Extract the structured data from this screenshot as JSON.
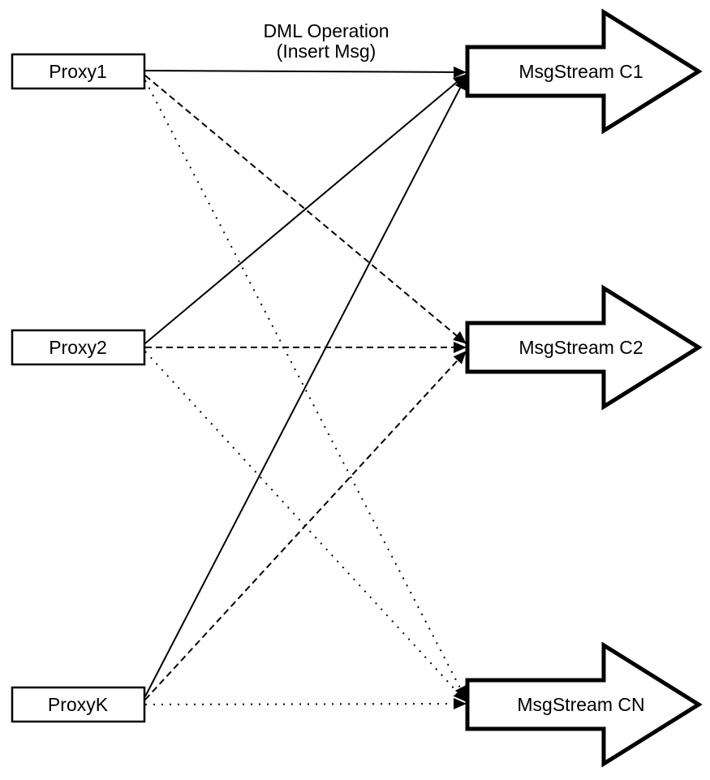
{
  "diagram": {
    "title": {
      "line1": "DML Operation",
      "line2": "(Insert Msg)"
    },
    "proxies": [
      {
        "label": "Proxy1"
      },
      {
        "label": "Proxy2"
      },
      {
        "label": "ProxyK"
      }
    ],
    "streams": [
      {
        "label": "MsgStream C1"
      },
      {
        "label": "MsgStream C2"
      },
      {
        "label": "MsgStream CN"
      }
    ],
    "edges": [
      {
        "from": "Proxy1",
        "to": "MsgStream C1",
        "line_style": "solid"
      },
      {
        "from": "Proxy1",
        "to": "MsgStream C2",
        "line_style": "dashed"
      },
      {
        "from": "Proxy1",
        "to": "MsgStream CN",
        "line_style": "dotted"
      },
      {
        "from": "Proxy2",
        "to": "MsgStream C1",
        "line_style": "solid"
      },
      {
        "from": "Proxy2",
        "to": "MsgStream C2",
        "line_style": "dashed"
      },
      {
        "from": "Proxy2",
        "to": "MsgStream CN",
        "line_style": "dotted"
      },
      {
        "from": "ProxyK",
        "to": "MsgStream C1",
        "line_style": "solid"
      },
      {
        "from": "ProxyK",
        "to": "MsgStream C2",
        "line_style": "dashed"
      },
      {
        "from": "ProxyK",
        "to": "MsgStream CN",
        "line_style": "dotted"
      }
    ],
    "colors": {
      "ink": "#000000",
      "background": "#ffffff"
    }
  }
}
